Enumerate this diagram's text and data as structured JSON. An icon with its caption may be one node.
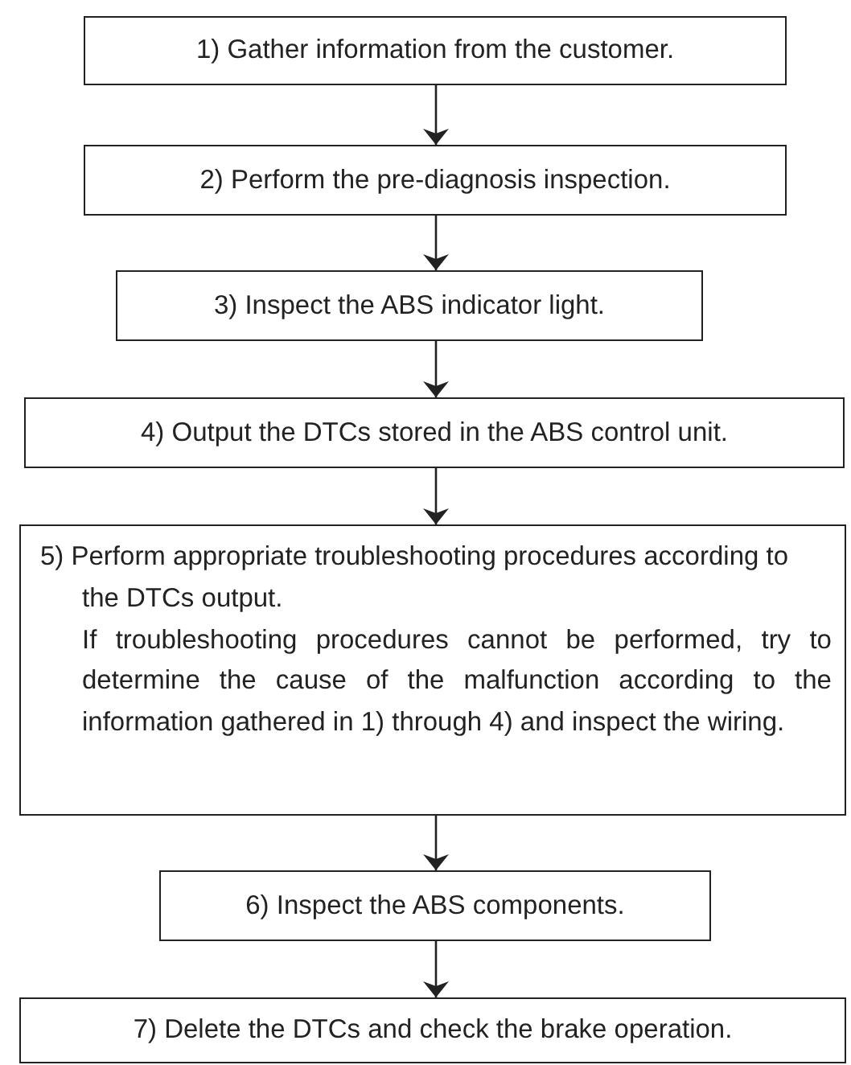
{
  "diagram": {
    "nodes": [
      {
        "text": [
          "1) Gather information from the customer."
        ]
      },
      {
        "text": [
          "2) Perform the pre-diagnosis inspection."
        ]
      },
      {
        "text": [
          "3) Inspect the ABS indicator light."
        ]
      },
      {
        "text": [
          "4) Output the DTCs stored in the ABS control unit."
        ]
      },
      {
        "text": [
          "5) Perform appropriate troubleshooting procedures according to the DTCs output.",
          "If troubleshooting procedures cannot be performed, try to determine the cause of the malfunction according to the information gathered in 1) through 4) and inspect the wiring."
        ]
      },
      {
        "text": [
          "6) Inspect the ABS components."
        ]
      },
      {
        "text": [
          "7) Delete the DTCs and check the brake operation."
        ]
      }
    ],
    "edges": [
      {
        "from": 0,
        "to": 1,
        "arrow": "to"
      },
      {
        "from": 1,
        "to": 2,
        "arrow": "to"
      },
      {
        "from": 2,
        "to": 3,
        "arrow": "to"
      },
      {
        "from": 3,
        "to": 4,
        "arrow": "to"
      },
      {
        "from": 4,
        "to": 5,
        "arrow": "to"
      },
      {
        "from": 5,
        "to": 6,
        "arrow": "to"
      }
    ]
  }
}
